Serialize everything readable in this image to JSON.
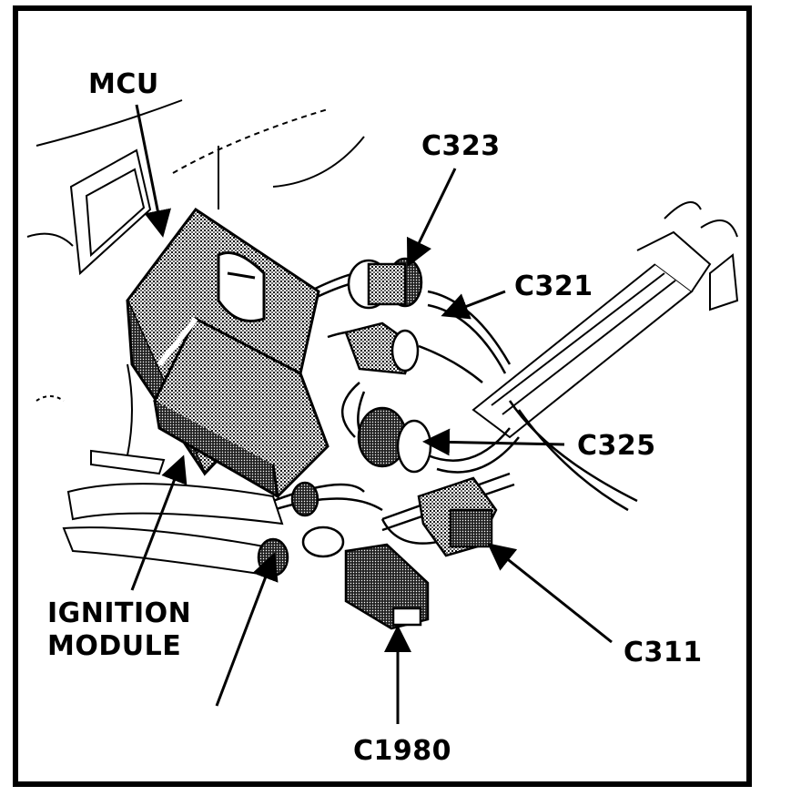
{
  "labels": {
    "mcu": "MCU",
    "c323": "C323",
    "c321": "C321",
    "c325": "C325",
    "ignition_line1": "IGNITION",
    "ignition_line2": "MODULE",
    "c311": "C311",
    "c1980": "C1980"
  }
}
